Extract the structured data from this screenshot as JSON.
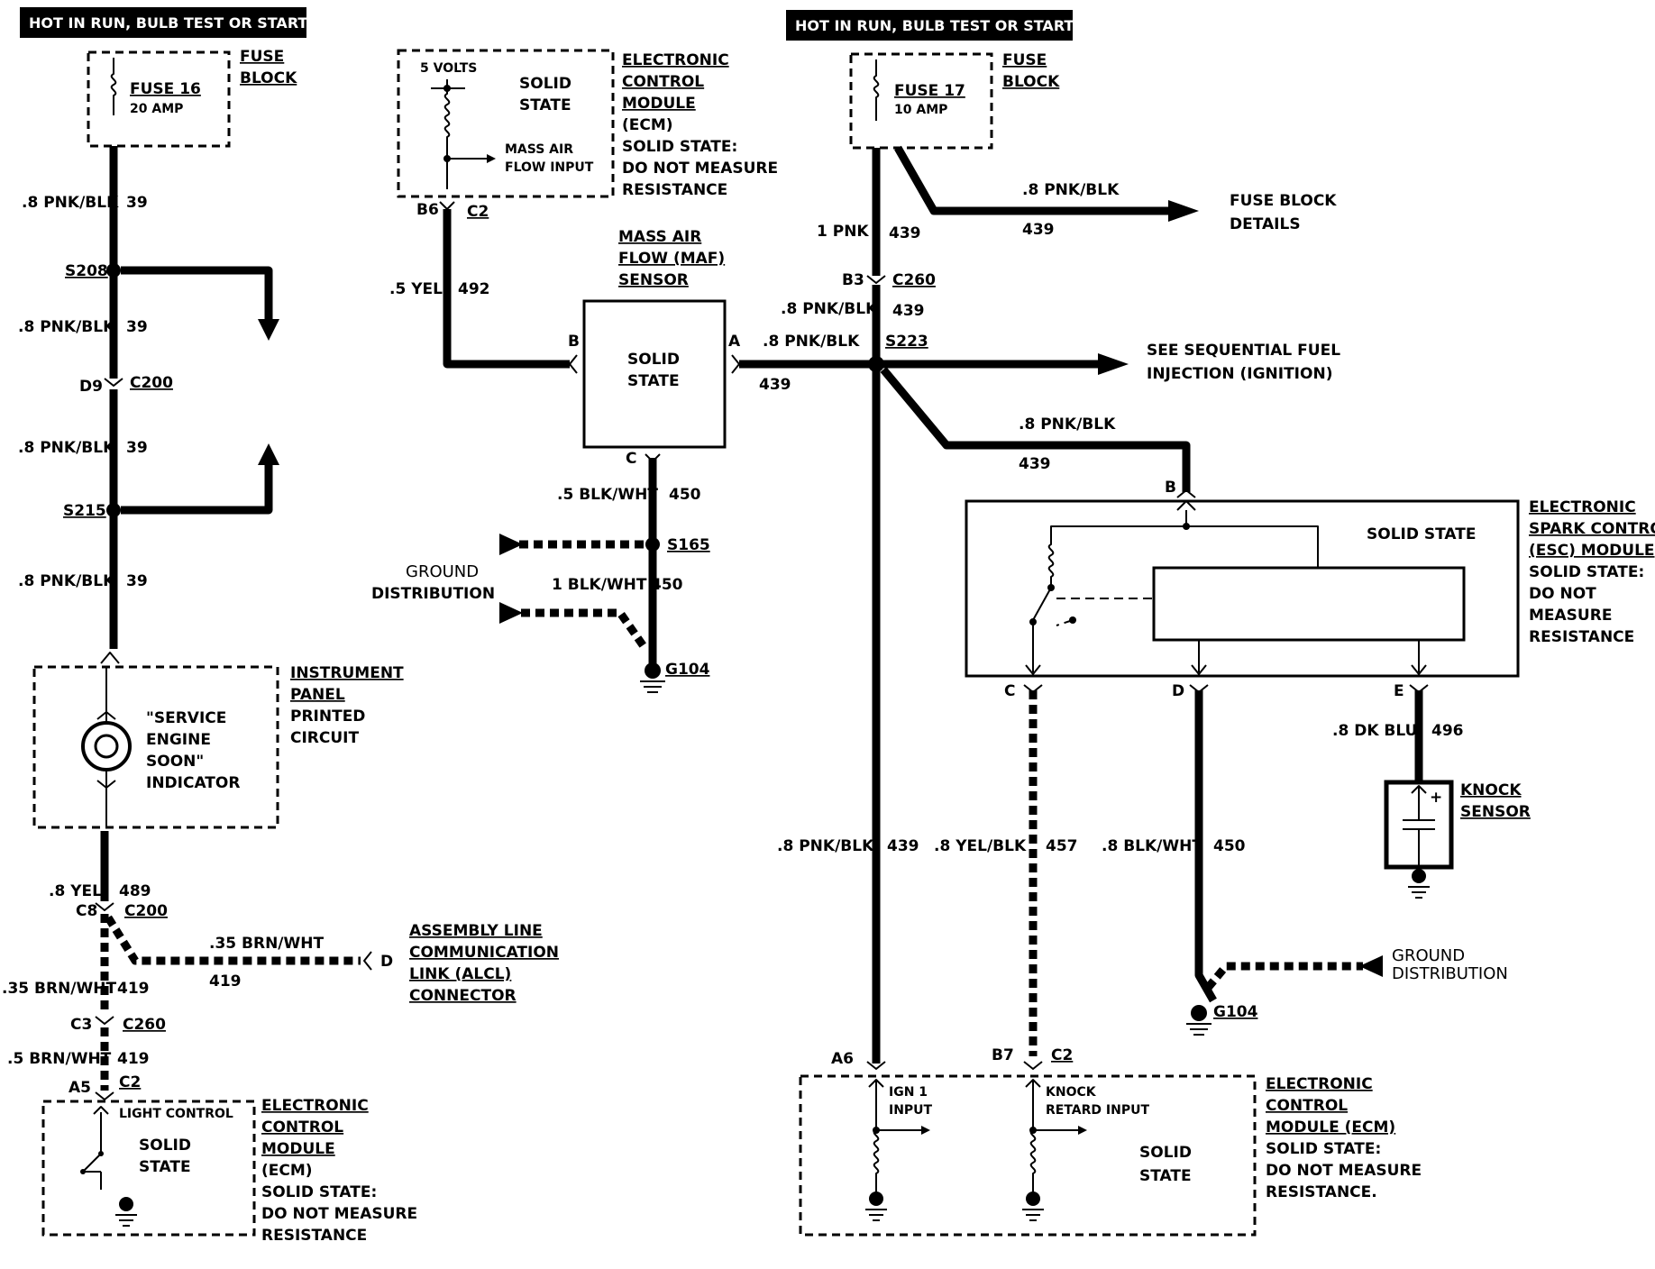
{
  "headers": {
    "left": "HOT IN RUN, BULB TEST OR START",
    "right": "HOT IN RUN, BULB TEST OR START"
  },
  "left_circuit": {
    "fuse_block_l1": "FUSE",
    "fuse_block_l2": "BLOCK",
    "fuse_name": "FUSE 16",
    "fuse_rating": "20 AMP",
    "wire1_label": ".8 PNK/BLK",
    "wire1_num": "39",
    "splice1": "S208",
    "wire2_label": ".8 PNK/BLK",
    "wire2_num": "39",
    "conn1_pin": "D9",
    "conn1": "C200",
    "wire3_label": ".8 PNK/BLK",
    "wire3_num": "39",
    "splice2": "S215",
    "wire4_label": ".8 PNK/BLK",
    "wire4_num": "39",
    "ipc_l1": "INSTRUMENT",
    "ipc_l2": "PANEL",
    "ipc_l3": "PRINTED",
    "ipc_l4": "CIRCUIT",
    "ind_l1": "\"SERVICE",
    "ind_l2": "ENGINE",
    "ind_l3": "SOON\"",
    "ind_l4": "INDICATOR",
    "wire5_label": ".8 YEL",
    "wire5_num": "489",
    "conn2_pin": "C8",
    "conn2": "C200",
    "alcl_wire_label": ".35 BRN/WHT",
    "alcl_wire_num": "419",
    "alcl_pin": "D",
    "alcl_l1": "ASSEMBLY LINE",
    "alcl_l2": "COMMUNICATION",
    "alcl_l3": "LINK (ALCL)",
    "alcl_l4": "CONNECTOR",
    "wire6_label": ".35 BRN/WHT",
    "wire6_num": "419",
    "conn3_pin": "C3",
    "conn3": "C260",
    "wire7_label": ".5 BRN/WHT",
    "wire7_num": "419",
    "conn4_pin": "A5",
    "conn4": "C2",
    "ecm_light": "LIGHT CONTROL",
    "ecm_ss1": "SOLID",
    "ecm_ss2": "STATE",
    "ecm_l1": "ELECTRONIC",
    "ecm_l2": "CONTROL",
    "ecm_l3": "MODULE",
    "ecm_l4": "(ECM)",
    "ecm_l5": "SOLID STATE:",
    "ecm_l6": "DO NOT MEASURE",
    "ecm_l7": "RESISTANCE"
  },
  "maf_circuit": {
    "ecm_volts": "5 VOLTS",
    "ecm_ss1": "SOLID",
    "ecm_ss2": "STATE",
    "ecm_maf_in1": "MASS AIR",
    "ecm_maf_in2": "FLOW INPUT",
    "ecm_l1": "ELECTRONIC",
    "ecm_l2": "CONTROL",
    "ecm_l3": "MODULE",
    "ecm_l4": "(ECM)",
    "ecm_l5": "SOLID STATE:",
    "ecm_l6": "DO NOT MEASURE",
    "ecm_l7": "RESISTANCE",
    "ecm_pin": "B6",
    "ecm_conn": "C2",
    "sig_wire_label": ".5 YEL",
    "sig_wire_num": "492",
    "maf_l1": "MASS AIR",
    "maf_l2": "FLOW (MAF)",
    "maf_l3": "SENSOR",
    "maf_ss1": "SOLID",
    "maf_ss2": "STATE",
    "pin_b": "B",
    "pin_a": "A",
    "pin_c": "C",
    "gnd_wire1_label": ".5 BLK/WHT",
    "gnd_wire1_num": "450",
    "splice": "S165",
    "gnd_dist1": "GROUND",
    "gnd_dist2": "DISTRIBUTION",
    "gnd_wire2_label": "1 BLK/WHT",
    "gnd_wire2_num": "450",
    "ground": "G104"
  },
  "right_circuit": {
    "fuse_block_l1": "FUSE",
    "fuse_block_l2": "BLOCK",
    "fuse_name": "FUSE 17",
    "fuse_rating": "10 AMP",
    "fbd_wire_label": ".8 PNK/BLK",
    "fbd_wire_num": "439",
    "fbd_l1": "FUSE BLOCK",
    "fbd_l2": "DETAILS",
    "wire1_label": "1 PNK",
    "wire1_num": "439",
    "conn1_pin": "B3",
    "conn1": "C260",
    "wire2_label": ".8 PNK/BLK",
    "wire2_num": "439",
    "maf_wire_label": ".8 PNK/BLK",
    "maf_wire_num": "439",
    "splice": "S223",
    "sfi_l1": "SEE SEQUENTIAL FUEL",
    "sfi_l2": "INJECTION (IGNITION)",
    "esc_wire_label": ".8 PNK/BLK",
    "esc_wire_num": "439",
    "esc_pin_b": "B",
    "esc_ss": "SOLID STATE",
    "esc_l1": "ELECTRONIC",
    "esc_l2": "SPARK CONTROL",
    "esc_l3": "(ESC) MODULE",
    "esc_l4": "SOLID STATE:",
    "esc_l5": "DO NOT",
    "esc_l6": "MEASURE",
    "esc_l7": "RESISTANCE",
    "esc_pin_c": "C",
    "esc_pin_d": "D",
    "esc_pin_e": "E",
    "ks_wire_label": ".8 DK BLU",
    "ks_wire_num": "496",
    "ks_l1": "KNOCK",
    "ks_l2": "SENSOR",
    "ign_wire_label": ".8 PNK/BLK",
    "ign_wire_num": "439",
    "knock_wire_label": ".8 YEL/BLK",
    "knock_wire_num": "457",
    "gnd_wire_label": ".8 BLK/WHT",
    "gnd_wire_num": "450",
    "gnd_dist1": "GROUND",
    "gnd_dist2": "DISTRIBUTION",
    "ground": "G104",
    "ecm_pin_a6": "A6",
    "ecm_pin_b7": "B7",
    "ecm_conn": "C2",
    "ecm_ign1": "IGN 1",
    "ecm_ign2": "INPUT",
    "ecm_knock1": "KNOCK",
    "ecm_knock2": "RETARD INPUT",
    "ecm_ss1": "SOLID",
    "ecm_ss2": "STATE",
    "ecm_l1": "ELECTRONIC",
    "ecm_l2": "CONTROL",
    "ecm_l3": "MODULE (ECM)",
    "ecm_l4": "SOLID STATE:",
    "ecm_l5": "DO NOT MEASURE",
    "ecm_l6": "RESISTANCE."
  }
}
